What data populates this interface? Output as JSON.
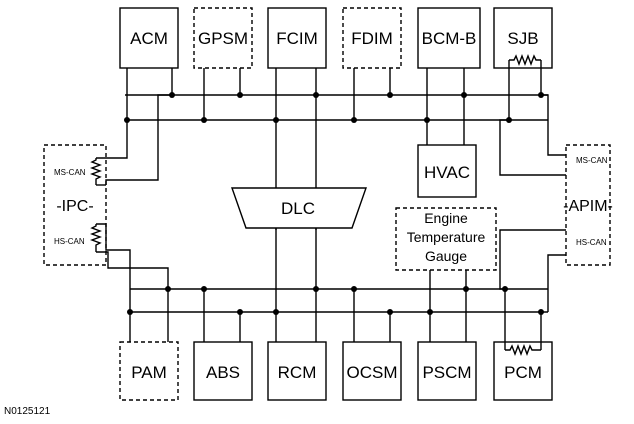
{
  "modules": {
    "acm": "ACM",
    "gpsm": "GPSM",
    "fcim": "FCIM",
    "fdim": "FDIM",
    "bcmb": "BCM-B",
    "sjb": "SJB",
    "hvac": "HVAC",
    "dlc": "DLC",
    "engine_gauge_line1": "Engine",
    "engine_gauge_line2": "Temperature",
    "engine_gauge_line3": "Gauge",
    "pam": "PAM",
    "abs": "ABS",
    "rcm": "RCM",
    "ocsm": "OCSM",
    "pscm": "PSCM",
    "pcm": "PCM"
  },
  "ipc": {
    "name": "-IPC-",
    "ms_can": "MS-CAN",
    "hs_can": "HS-CAN"
  },
  "apim": {
    "name": "-APIM-",
    "ms_can": "MS-CAN",
    "hs_can": "HS-CAN"
  },
  "figure_ref": "N0125121"
}
